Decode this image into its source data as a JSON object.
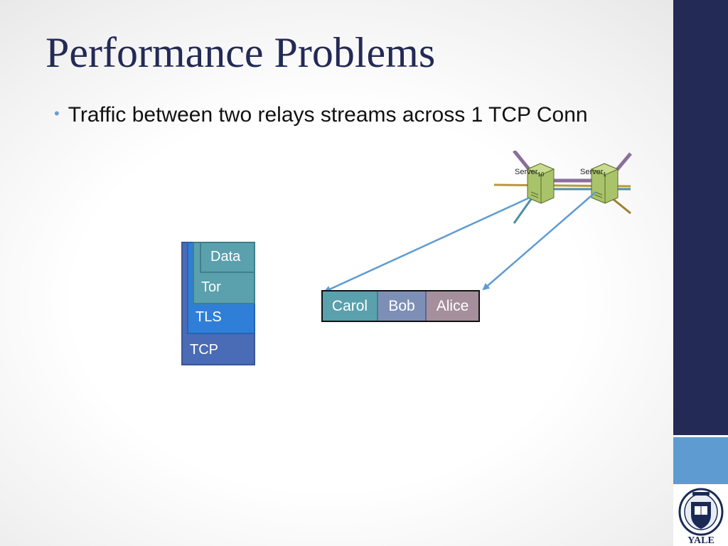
{
  "slide": {
    "title": "Performance Problems",
    "bullet": "Traffic between two relays streams across 1 TCP Conn"
  },
  "network": {
    "server_left": {
      "label": "Server",
      "subscript": "10"
    },
    "server_right": {
      "label": "Server",
      "subscript": "1"
    }
  },
  "stack": {
    "data": "Data",
    "tor": "Tor",
    "tls": "TLS",
    "tcp": "TCP"
  },
  "streams": [
    {
      "label": "Carol",
      "color": "#5aa0ad"
    },
    {
      "label": "Bob",
      "color": "#7e8fb6"
    },
    {
      "label": "Alice",
      "color": "#a58f9c"
    }
  ],
  "colors": {
    "title": "#232a55",
    "sidebar_navy": "#232a55",
    "sidebar_blue": "#5e9bd1",
    "arrow": "#5e9bd1"
  },
  "branding": {
    "logo_text": "YALE"
  }
}
